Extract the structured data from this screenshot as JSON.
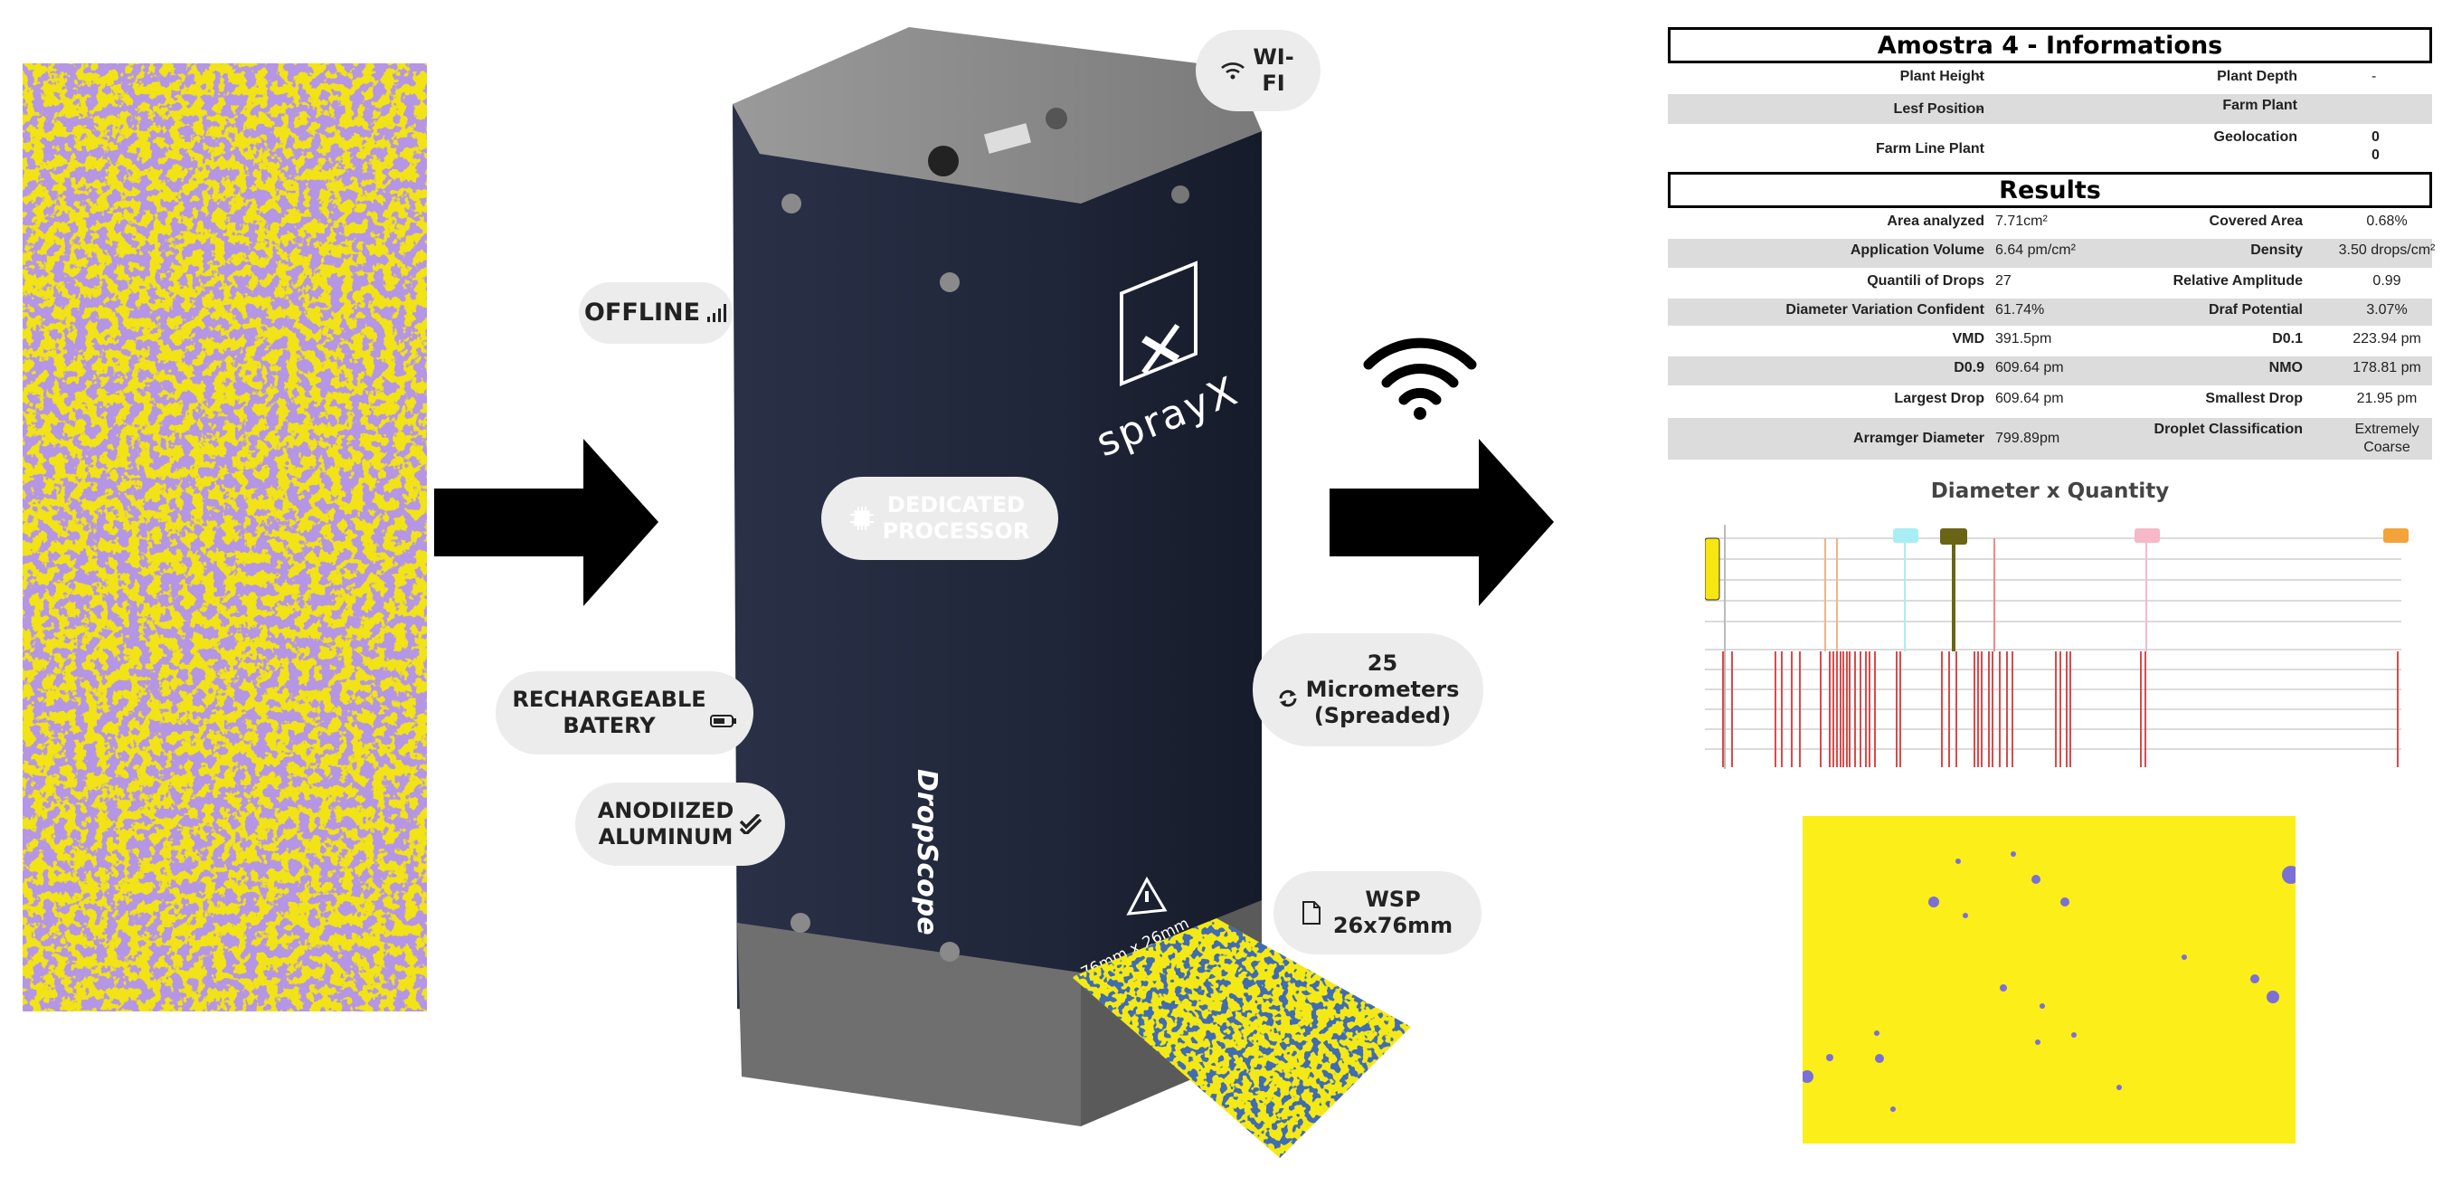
{
  "left_image": {
    "colors": {
      "background": "#f1e315",
      "droplets": "#7a4fc8"
    }
  },
  "device": {
    "brand": "sprayX",
    "side_brand": "DropScope",
    "slide_label": "76mm x 26mm",
    "colors": {
      "body": "#1f2538",
      "cap": "#8a8a8a"
    }
  },
  "features": {
    "offline": "OFFLINE",
    "wifi": "WI-FI",
    "processor_line1": "DEDICATED",
    "processor_line2": "PROCESSOR",
    "battery_line1": "RECHARGEABLE",
    "battery_line2": "BATERY",
    "aluminum_line1": "ANODIIZED",
    "aluminum_line2": "ALUMINUM",
    "micrometers_line1": "25",
    "micrometers_line2": "Micrometers",
    "micrometers_line3": "(Spreaded)",
    "wsp_line1": "WSP",
    "wsp_line2": "26x76mm"
  },
  "info": {
    "title": "Amostra 4 - Informations",
    "rows": [
      {
        "l1": "Plant Height",
        "v1": "-",
        "l2": "Plant Depth",
        "v2": "-"
      },
      {
        "l1": "Lesf Position",
        "v1": "-",
        "l2": "Farm Plant",
        "v2": ""
      },
      {
        "l1": "Farm Line Plant",
        "v1": "",
        "l2": "Geolocation",
        "v2": "0",
        "v2b": "0"
      }
    ]
  },
  "results": {
    "title": "Results",
    "rows": [
      {
        "l1": "Area analyzed",
        "v1": "7.71cm²",
        "l2": "Covered Area",
        "v2": "0.68%"
      },
      {
        "l1": "Application Volume",
        "v1": "6.64 pm/cm²",
        "l2": "Density",
        "v2": "3.50 drops/cm²"
      },
      {
        "l1": "Quantili of Drops",
        "v1": "27",
        "l2": "Relative Amplitude",
        "v2": "0.99"
      },
      {
        "l1": "Diameter Variation Confident",
        "v1": "61.74%",
        "l2": "Draf Potential",
        "v2": "3.07%"
      },
      {
        "l1": "VMD",
        "v1": "391.5pm",
        "l2": "D0.1",
        "v2": "223.94 pm"
      },
      {
        "l1": "D0.9",
        "v1": "609.64 pm",
        "l2": "NMO",
        "v2": "178.81 pm"
      },
      {
        "l1": "Largest Drop",
        "v1": "609.64 pm",
        "l2": "Smallest Drop",
        "v2": "21.95 pm"
      },
      {
        "l1": "Arramger Diameter",
        "v1": "799.89pm",
        "l2": "Droplet Classification",
        "v2": "Extremely",
        "v2b": "Coarse"
      }
    ]
  },
  "chart_data": {
    "type": "other",
    "title": "Diameter x Quantity",
    "marker_colors": [
      "#f7e610",
      "#a8eef4",
      "#6b6414",
      "#f7b8c8",
      "#f2a43a"
    ],
    "line_color": "#d84b4b"
  },
  "sample_image": {
    "colors": {
      "background": "#fbee19",
      "droplets": "#7b6fd8"
    }
  }
}
